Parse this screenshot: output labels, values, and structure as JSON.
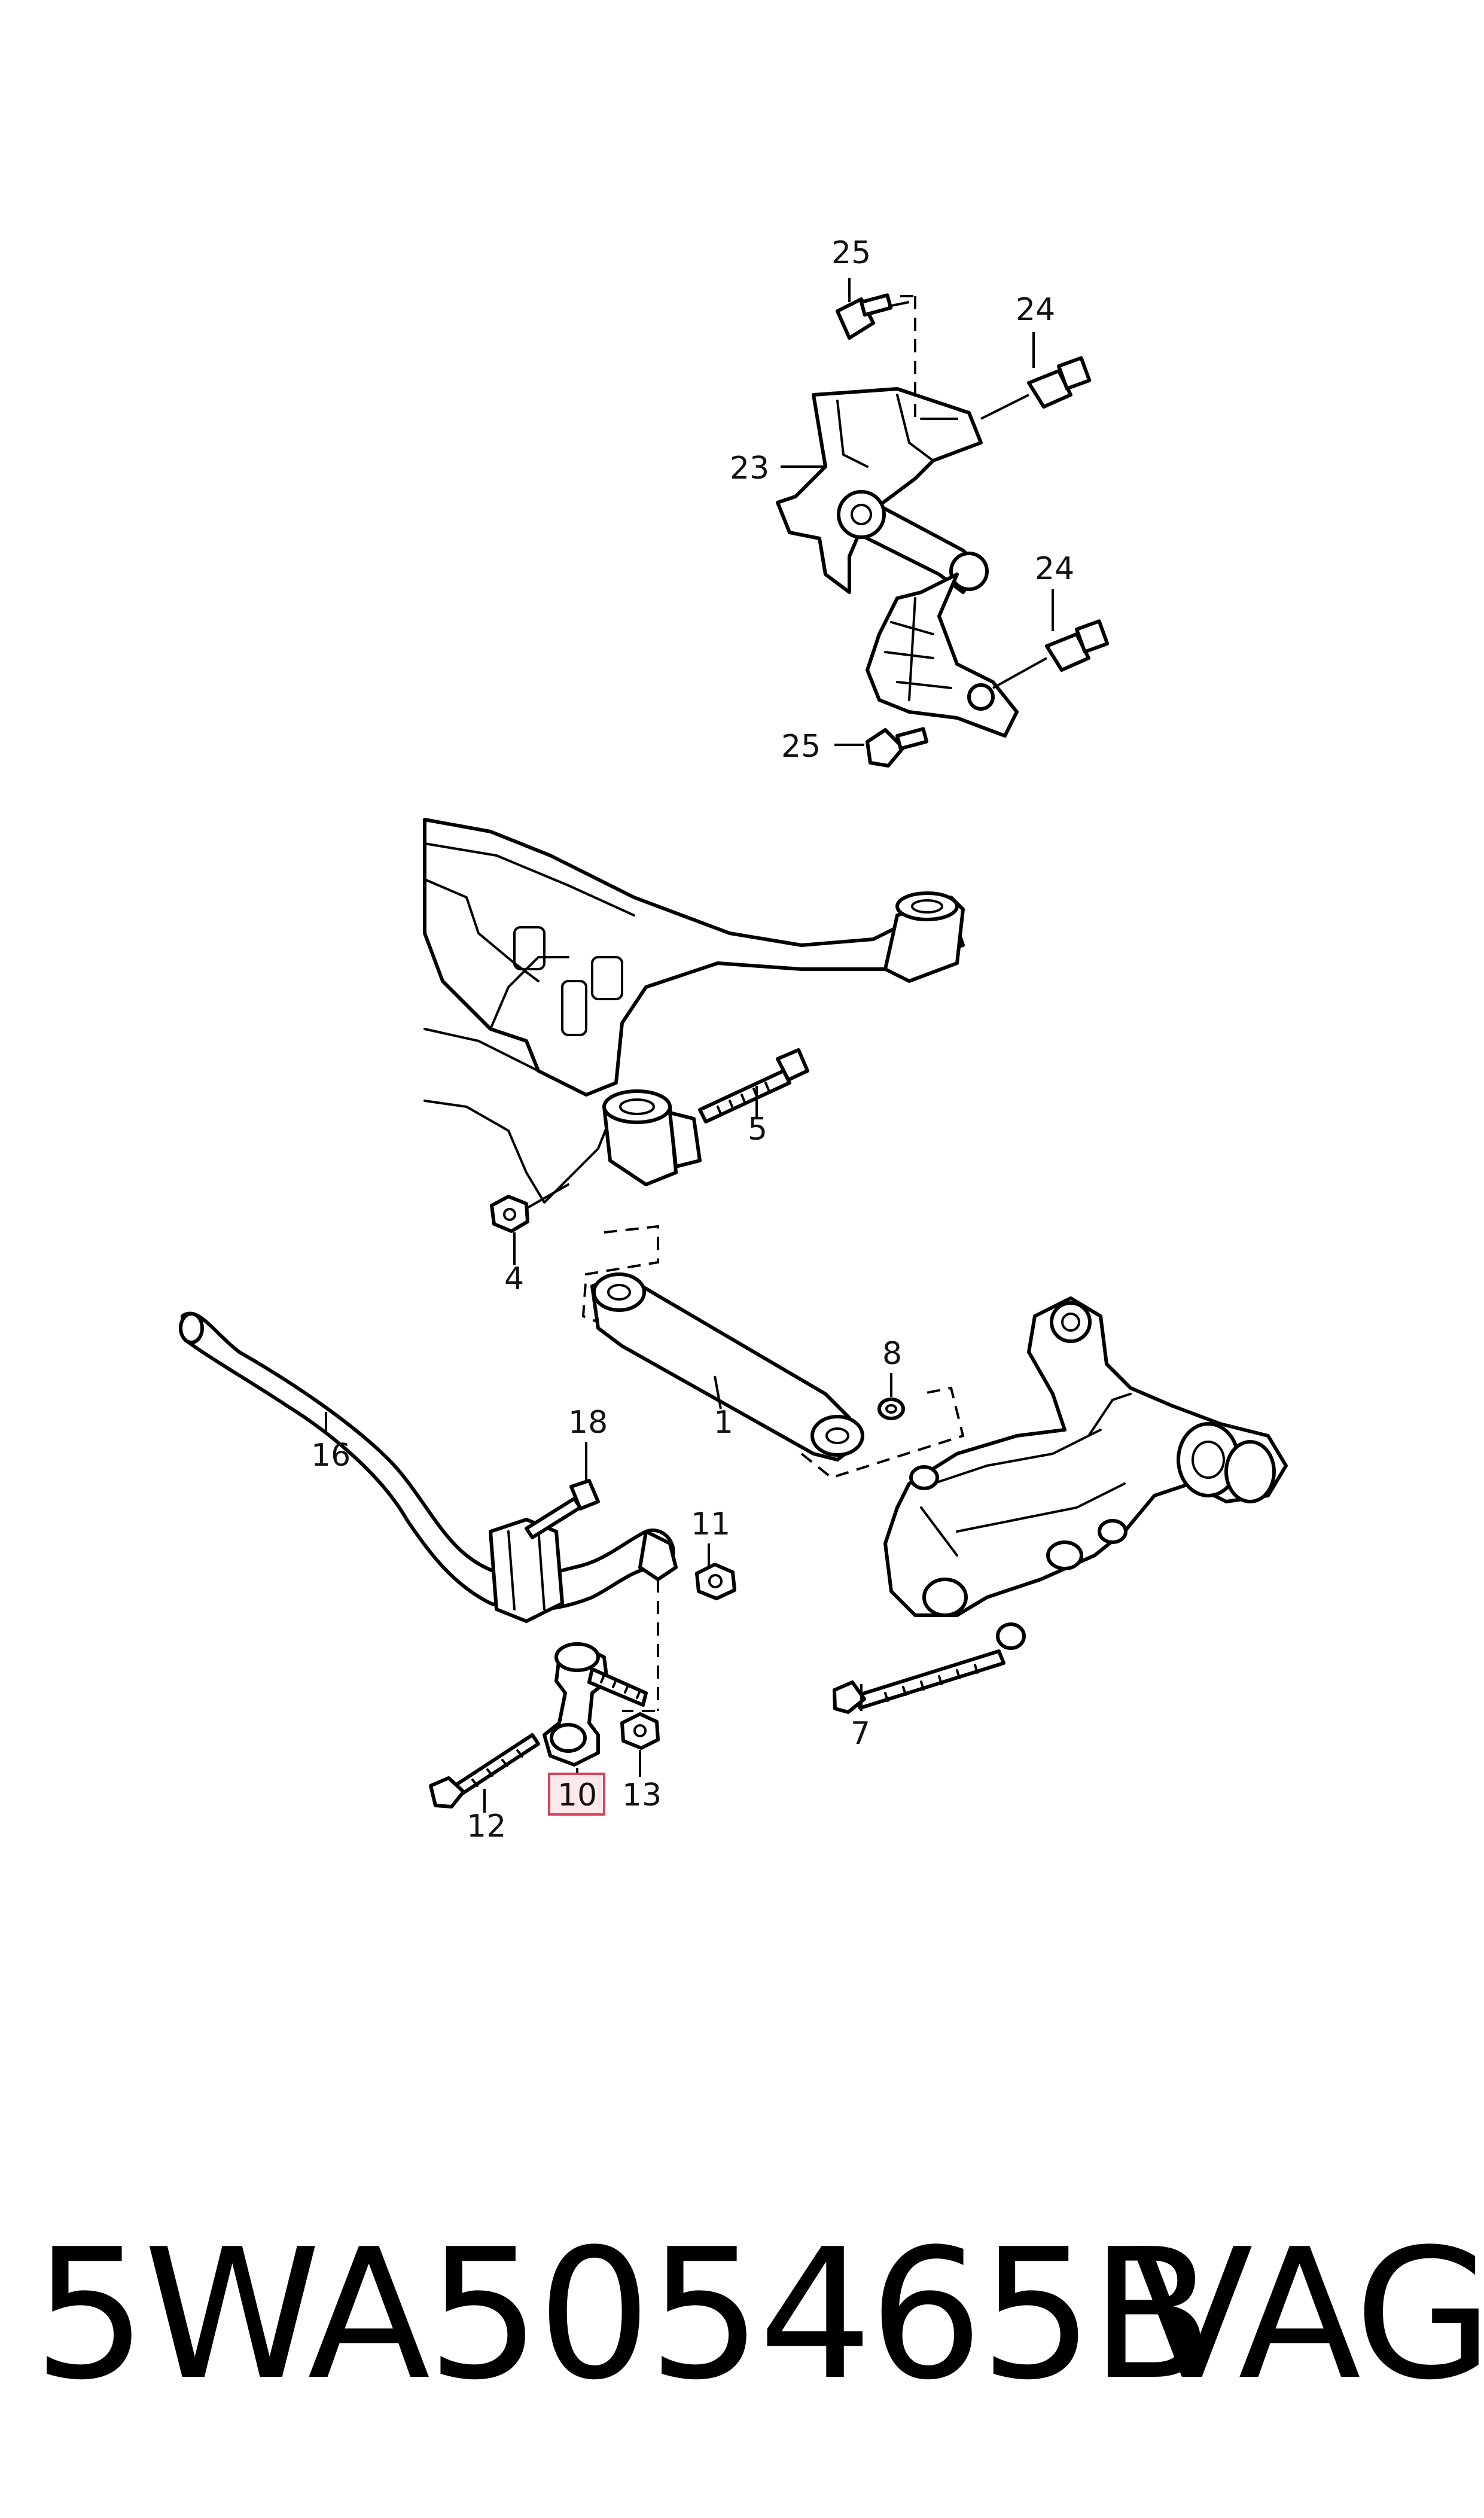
{
  "diagram": {
    "callouts": {
      "c1": "1",
      "c4": "4",
      "c5": "5",
      "c7": "7",
      "c8": "8",
      "c10": "10",
      "c11": "11",
      "c12": "12",
      "c13": "13",
      "c16": "16",
      "c18": "18",
      "c23": "23",
      "c24a": "24",
      "c24b": "24",
      "c25a": "25",
      "c25b": "25"
    },
    "highlighted_callout": "10",
    "highlight_color": "#d9415a"
  },
  "footer": {
    "part_number": "5WA505465B",
    "brand": "VAG"
  }
}
